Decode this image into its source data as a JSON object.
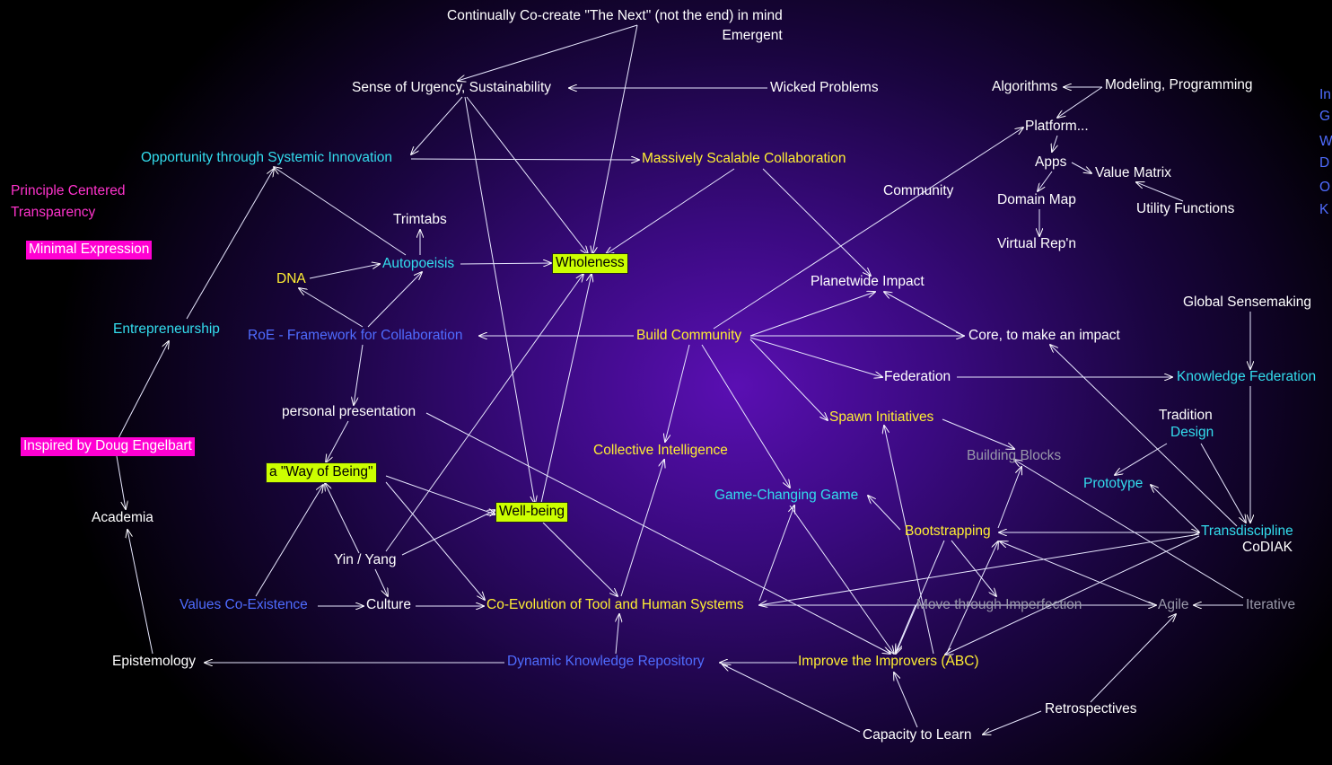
{
  "colors": {
    "white": "#ffffff",
    "cyan": "#33ddee",
    "yellow": "#ffee33",
    "blue": "#4f6cff",
    "gray": "#9a9aaa",
    "magenta": "#ff33cc",
    "lime_box": "#ccff00",
    "magenta_box": "#ff00d2"
  },
  "nodes": {
    "next_1": "Continually Co-create \"The Next\" (not the end) in mind",
    "next_2": "Emergent",
    "urgency": "Sense of Urgency, Sustainability",
    "wicked": "Wicked Problems",
    "opportunity": "Opportunity through Systemic Innovation",
    "msc": "Massively Scalable Collaboration",
    "principle_1": "Principle Centered",
    "principle_2": "Transparency",
    "minimal": "Minimal Expression",
    "trimtabs": "Trimtabs",
    "dna": "DNA",
    "autopoeisis": "Autopoeisis",
    "wholeness": "Wholeness",
    "entrepreneurship": "Entrepreneurship",
    "roe": "RoE - Framework for Collaboration",
    "build": "Build Community",
    "personal": "personal presentation",
    "inspired": "Inspired by Doug Engelbart",
    "wayofbeing": "a \"Way of Being\"",
    "wellbeing": "Well-being",
    "collective": "Collective Intelligence",
    "academia": "Academia",
    "yinyang": "Yin / Yang",
    "values": "Values Co-Existence",
    "culture": "Culture",
    "coevolution": "Co-Evolution of Tool and Human Systems",
    "epistemology": "Epistemology",
    "dkr": "Dynamic Knowledge Repository",
    "improve": "Improve the Improvers (ABC)",
    "capacity": "Capacity to Learn",
    "retrospectives": "Retrospectives",
    "gamechanging": "Game-Changing Game",
    "bootstrapping": "Bootstrapping",
    "move": "Move through Imperfection",
    "agile": "Agile",
    "iterative": "Iterative",
    "spawn": "Spawn Initiatives",
    "buildingblocks": "Building Blocks",
    "federation": "Federation",
    "kf": "Knowledge Federation",
    "planetwide": "Planetwide Impact",
    "core": "Core, to make an impact",
    "community": "Community",
    "global": "Global Sensemaking",
    "tradition": "Tradition",
    "design": "Design",
    "prototype": "Prototype",
    "transdiscipline": "Transdiscipline",
    "codiak": "CoDIAK",
    "algorithms": "Algorithms",
    "modeling": "Modeling, Programming",
    "platform": "Platform...",
    "apps": "Apps",
    "valuematrix": "Value Matrix",
    "domainmap": "Domain Map",
    "utility": "Utility Functions",
    "virtualrep": "Virtual Rep'n",
    "edge_1": "In",
    "edge_2": "G",
    "edge_3": "W",
    "edge_4": "D",
    "edge_5": "O",
    "edge_6": "K"
  }
}
